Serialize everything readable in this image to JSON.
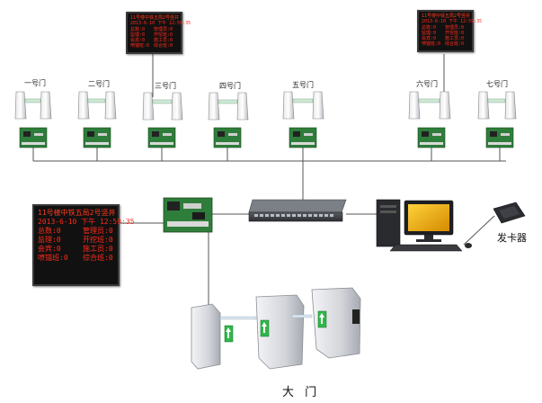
{
  "gates": [
    {
      "label": "一号门"
    },
    {
      "label": "二号门"
    },
    {
      "label": "三号门"
    },
    {
      "label": "四号门"
    },
    {
      "label": "五号门"
    },
    {
      "label": "六号门"
    },
    {
      "label": "七号门"
    }
  ],
  "main_gate_label": "大 门",
  "card_issuer_label": "发卡器",
  "led_display": {
    "title": "11号楼中铁五局2号竖井",
    "datetime": "2013-6-10 下午 12:59:35",
    "rows": [
      [
        "总数:0",
        "管理员:0"
      ],
      [
        "监理:0",
        "开挖班:0"
      ],
      [
        "会宾:0",
        "施工员:0"
      ],
      [
        "喷锚班:0",
        "综合班:0"
      ]
    ]
  },
  "colors": {
    "led_text": "#ff2a1a",
    "led_bg": "#111111",
    "pcb_green": "#2f7d3a",
    "monitor_screen": "#f0b400",
    "arrow_green": "#2fb84a"
  }
}
